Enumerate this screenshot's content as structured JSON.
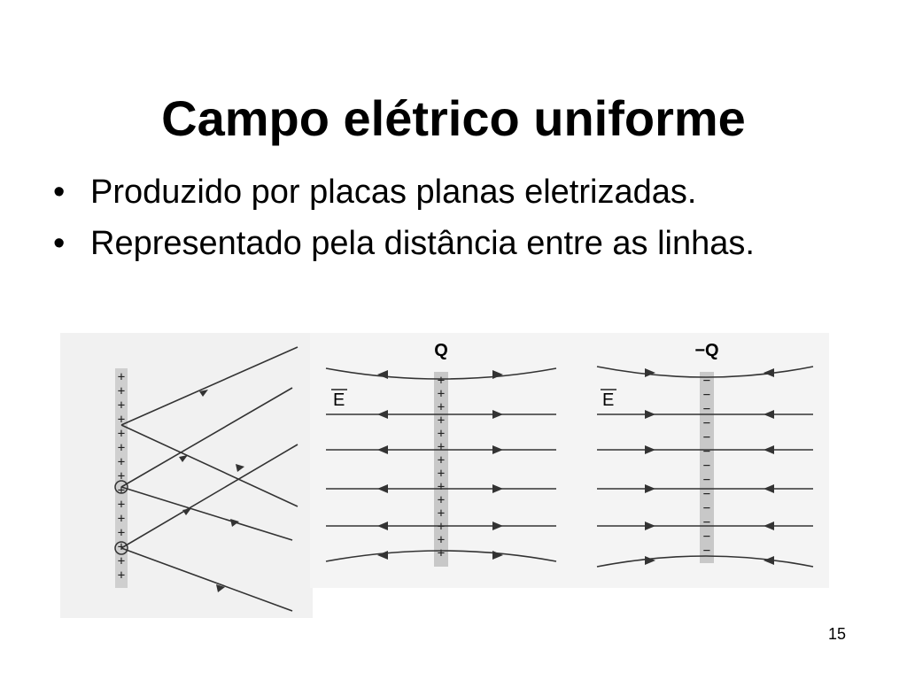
{
  "slide": {
    "title": "Campo elétrico uniforme",
    "bullets": [
      "Produzido por placas planas eletrizadas.",
      "Representado pela distância entre as linhas."
    ],
    "page_number": "15"
  },
  "figure_left": {
    "plate_charge_symbol": "+",
    "icons": [
      "positive-charge-icon",
      "positive-charge-icon"
    ]
  },
  "figure_right": {
    "positive_plate": {
      "label": "Q",
      "field_label": "E",
      "charge_symbol": "+"
    },
    "negative_plate": {
      "label": "−Q",
      "field_label": "E",
      "charge_symbol": "−"
    }
  }
}
